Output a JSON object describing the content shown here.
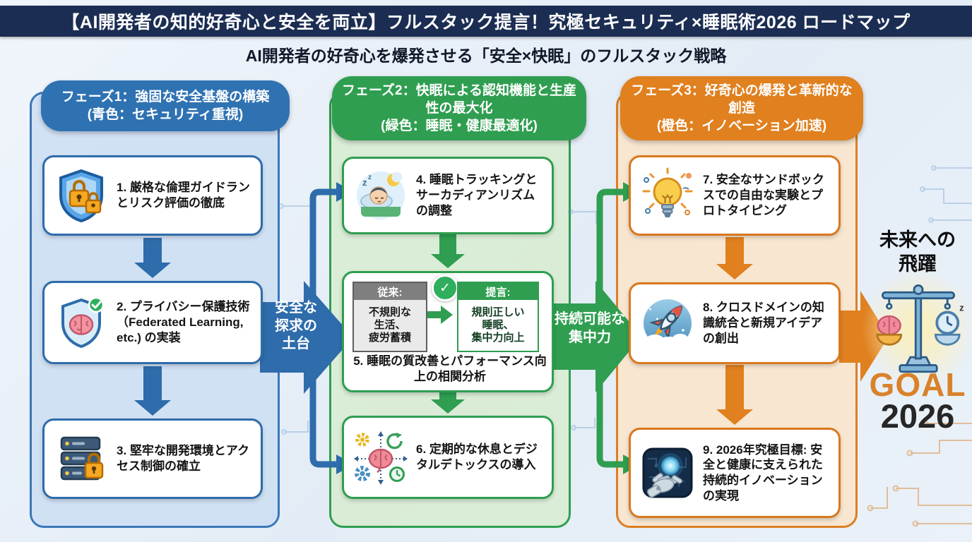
{
  "title": "【AI開発者の知的好奇心と安全を両立】フルスタック提言！究極セキュリティ×睡眠術2026 ロードマップ",
  "subtitle": "AI開発者の好奇心を爆発させる「安全×快眠」のフルスタック戦略",
  "colors": {
    "title_bar": "#1b2d52",
    "phase1_blue": "#2e6cab",
    "phase2_green": "#2f9e50",
    "phase3_orange": "#e0801f",
    "goal_label_orange": "#d9822b"
  },
  "phases": [
    {
      "header": "フェーズ1：強固な安全基盤の構築\n(青色：セキュリティ重視)",
      "items": [
        {
          "icon": "shield-lock-icon",
          "text": "1. 厳格な倫理ガイドランとリスク評価の徹底"
        },
        {
          "icon": "shield-brain-check-icon",
          "text": "2. プライバシー保護技術（Federated Learning, etc.) の実装"
        },
        {
          "icon": "server-lock-icon",
          "text": "3. 堅牢な開発環境とアクセス制御の確立"
        }
      ]
    },
    {
      "header": "フェーズ2：快眠による認知機能と生産性の最大化\n(緑色：睡眠・健康最適化)",
      "items": [
        {
          "icon": "sleeping-person-icon",
          "text": "4. 睡眠トラッキングとサーカディアンリズムの調整"
        },
        {
          "comparison": {
            "before_label": "従来:",
            "before_text": "不規則な\n生活、\n疲労蓄積",
            "check_icon": "check-icon",
            "arrow_icon": "right-arrow-icon",
            "after_label": "提言:",
            "after_text": "規則正しい\n睡眠、\n集中力向上",
            "caption": "5. 睡眠の質改善とパフォーマンス向上の相関分析"
          }
        },
        {
          "icon": "brain-gears-icon",
          "text": "6. 定期的な休息とデジタルデトックスの導入"
        }
      ]
    },
    {
      "header": "フェーズ3：好奇心の爆発と革新的な創造\n(橙色：イノベーション加速)",
      "items": [
        {
          "icon": "lightbulb-icon",
          "text": "7. 安全なサンドボックスでの自由な実験とプロトタイピング"
        },
        {
          "icon": "rocket-icon",
          "text": "8. クロスドメインの知識統合と新規アイデアの創出"
        },
        {
          "icon": "robot-hand-icon",
          "text": "9. 2026年究極目標: 安全と健康に支えられた持続的イノベーションの実現"
        }
      ]
    }
  ],
  "connectors": {
    "phase1_to_phase2": "安全な\n探求の\n土台",
    "phase2_to_phase3": "持続可能な\n集中力"
  },
  "goal": {
    "heading": "未来への\n飛躍",
    "icon": "balance-scale-icon",
    "label": "GOAL",
    "year": "2026"
  }
}
